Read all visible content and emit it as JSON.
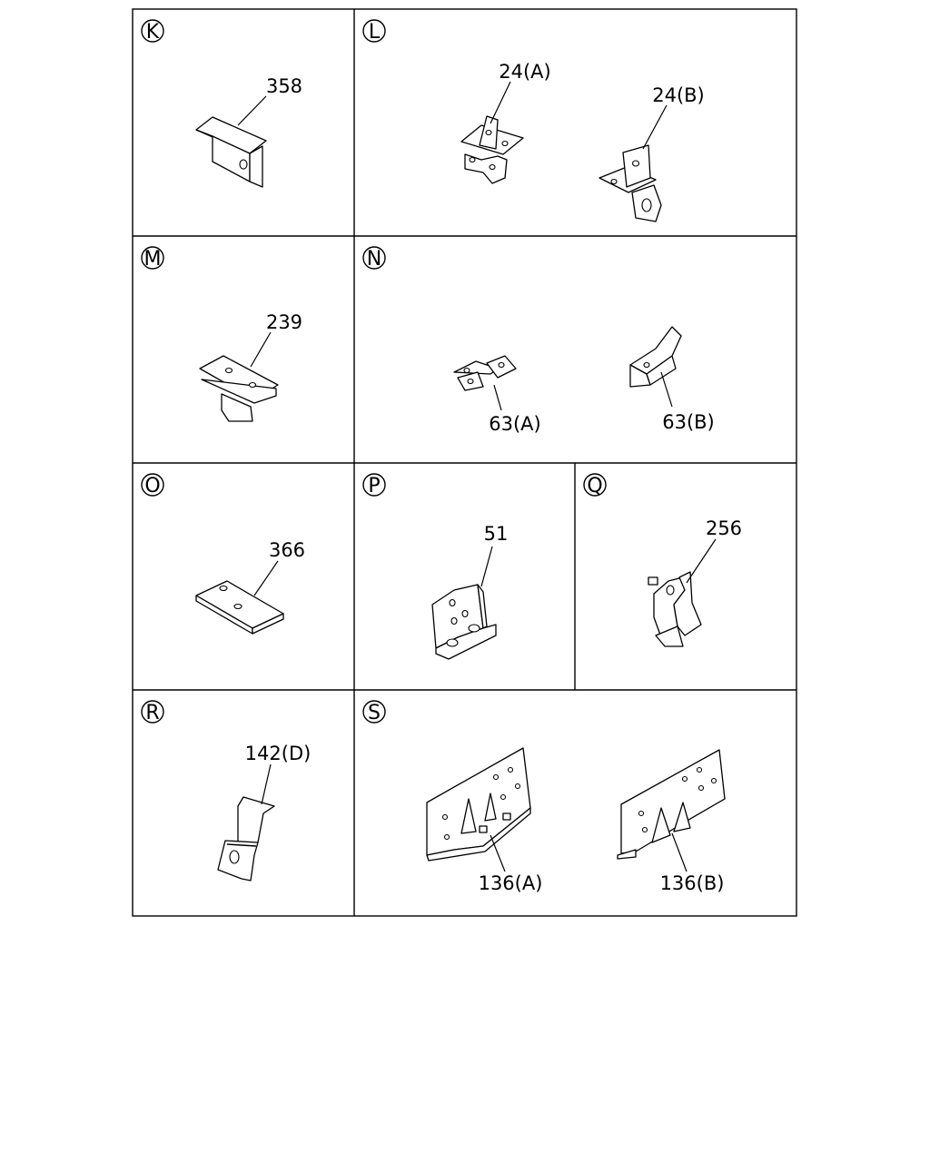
{
  "panels": [
    {
      "letter": "K",
      "parts": [
        "358"
      ]
    },
    {
      "letter": "L",
      "parts": [
        "24(A)",
        "24(B)"
      ]
    },
    {
      "letter": "M",
      "parts": [
        "239"
      ]
    },
    {
      "letter": "N",
      "parts": [
        "63(A)",
        "63(B)"
      ]
    },
    {
      "letter": "O",
      "parts": [
        "366"
      ]
    },
    {
      "letter": "P",
      "parts": [
        "51"
      ]
    },
    {
      "letter": "Q",
      "parts": [
        "256"
      ]
    },
    {
      "letter": "R",
      "parts": [
        "142(D)"
      ]
    },
    {
      "letter": "S",
      "parts": [
        "136(A)",
        "136(B)"
      ]
    }
  ]
}
